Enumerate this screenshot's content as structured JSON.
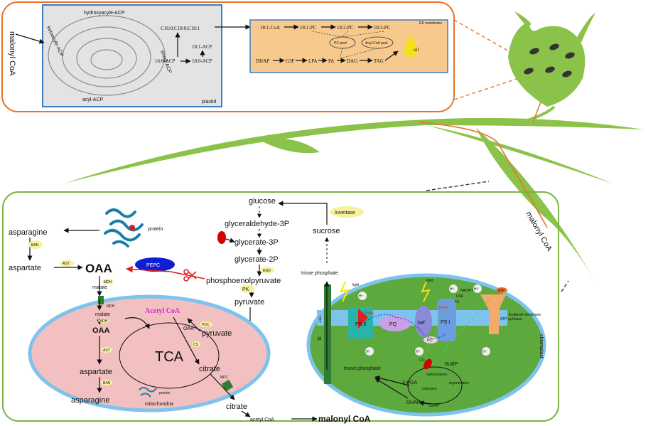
{
  "plastid": {
    "compartment_label": "plastid",
    "malonyl_coa": "malonyl CoA",
    "cycle": [
      "hydroxyacyle-ACP",
      "ketoacyle-ACP",
      "enoyl-ACP",
      "acyl-ACP"
    ],
    "fatty_acids": [
      "C16:0;C18:0;C18:1",
      "18:1-ACP",
      "16:0-ACP",
      "18:0-ACP"
    ]
  },
  "er": {
    "label": "ER membrane",
    "row1": [
      "18:1-CoA",
      "18:1-PC",
      "18:2-PC",
      "18:3-PC"
    ],
    "pools": [
      "PC pool",
      "Acyl-CoA pool"
    ],
    "row2": [
      "DHAP",
      "G3P",
      "LPA",
      "PA",
      "DAG",
      "TAG"
    ],
    "oil": "oil"
  },
  "leaf": {
    "malonyl_coa": "malonyl CoA"
  },
  "cytosol": {
    "asparagine": "asparagine",
    "protein": "protein",
    "ban": "BAN",
    "aspartate": "aspartate",
    "ast": "AST",
    "oaa": "OAA",
    "pepc": "PEPC",
    "malate": "malate",
    "mdh": "MDH",
    "glucose": "glucose",
    "glyceraldehyde": "glyceraldehyde-3P",
    "glycerate3p": "glycerate-3P",
    "glycerate2p": "glycerate-2P",
    "eno": "ENO",
    "pep": "phosphoenolpyruvate",
    "pk": "PK",
    "pyruvate": "pyruvate",
    "sucrose": "sucrose",
    "invertase": "Invertase",
    "triose_phosphate": "triose phosphate",
    "citrate": "citrate",
    "acetyl_coa": "acetyl CoA",
    "malonyl_coa": "malonyl CoA"
  },
  "mitochondria": {
    "label": "mitochondria",
    "malate": "malate",
    "mdh": "MDH",
    "oaa": "OAA",
    "ast": "AST",
    "aspartate": "aspartate",
    "ban": "BAN",
    "asparagine": "asparagine",
    "protein": "protein",
    "tca": "TCA",
    "acetyl_coa": "Acetyl CoA",
    "pdc": "PDC",
    "oaa2": "OAA",
    "pyruvate": "pyruvate",
    "cs": "CS",
    "citrate": "citrate",
    "mpc": "MPC"
  },
  "chloroplast": {
    "label": "chloroplast",
    "light1": "light",
    "light2": "light",
    "tpt": "TPT",
    "pi": "pi",
    "h_plus": "H⁺",
    "psii": "PS II",
    "psi": "PS I",
    "pq": "PQ",
    "bef": "bef",
    "pc": "PC",
    "fd": "Fd",
    "fnr": "FNR",
    "nadph": "NADPH",
    "atp": "ATP",
    "atp_synthase": "ATP synthase",
    "thylakoid": "thylakoid membrane",
    "rubp": "RuBP",
    "pga": "3-PGA",
    "triose_phosphate": "triose phosphate",
    "dhap": "DHAP",
    "gap": "GAP",
    "carboxylation": "carboxylation",
    "reduction": "reduction",
    "regeneration": "regeneration",
    "co2": "CO₂",
    "pbsa": "PsbA",
    "psaa": "PsaA"
  },
  "colors": {
    "plastid_fill": "#e3e3e3",
    "plastid_border": "#3b7fc4",
    "er_fill": "#f7c98d",
    "orange_frame": "#e8742a",
    "green_frame": "#7cb342",
    "leaf": "#8bc34a",
    "mito_fill": "#f2c0c0",
    "chloro_fill": "#5ea93e",
    "blue_ring": "#7ec3ee",
    "pepc": "#0f1ed1",
    "magenta": "#e020e0"
  }
}
